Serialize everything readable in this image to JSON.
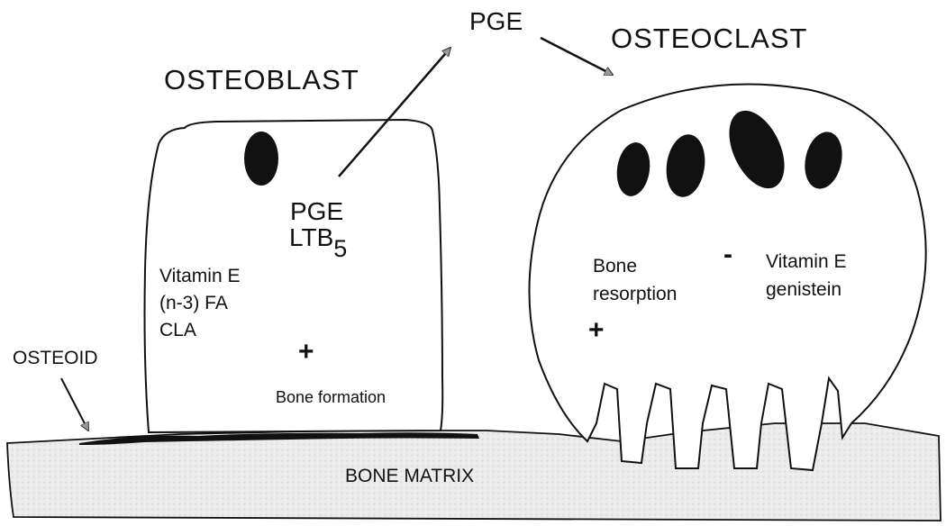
{
  "labels": {
    "pge_top": "PGE",
    "osteoclast_title": "OSTEOCLAST",
    "osteoblast_title": "OSTEOBLAST",
    "pge_inner": "PGE",
    "ltb": "LTB",
    "ltb_sub": "5",
    "osteoblast_factors": [
      "Vitamin E",
      "(n-3) FA",
      "CLA"
    ],
    "plus_osteoblast": "+",
    "bone_formation": "Bone formation",
    "osteoid": "OSTEOID",
    "bone_resorption": [
      "Bone",
      "resorption"
    ],
    "minus": "-",
    "osteoclast_inhibitors": [
      "Vitamin E",
      "genistein"
    ],
    "plus_osteoclast": "+",
    "bone_matrix": "BONE MATRIX"
  }
}
